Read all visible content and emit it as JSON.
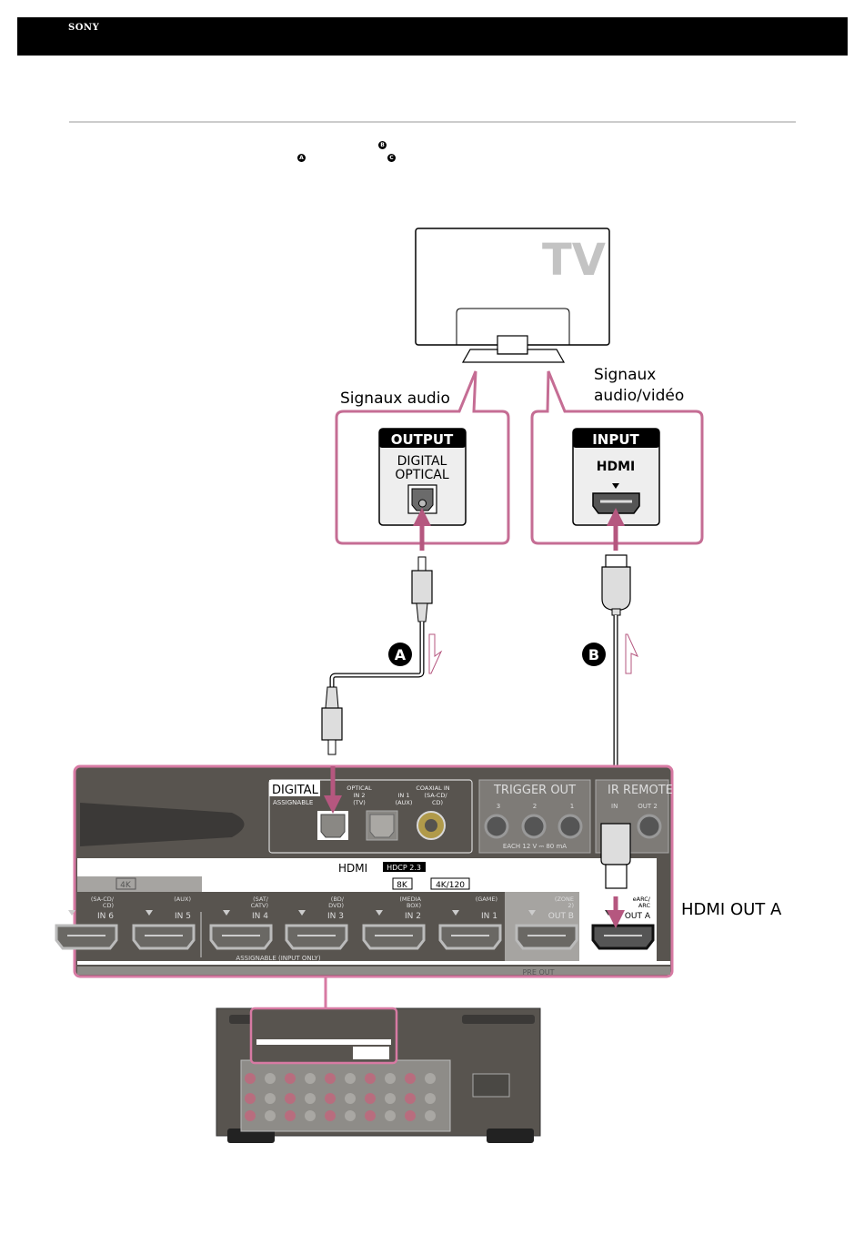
{
  "header": {
    "brand": "SONY"
  },
  "intro": {
    "markers": [
      "B",
      "A",
      "C"
    ]
  },
  "diagram": {
    "tv": {
      "label": "TV"
    },
    "callout_left": {
      "caption": "Signaux audio",
      "panel_title": "OUTPUT",
      "panel_line1": "DIGITAL",
      "panel_line2": "OPTICAL"
    },
    "callout_right": {
      "caption_line1": "Signaux",
      "caption_line2": "audio/vidéo",
      "panel_title": "INPUT",
      "panel_line1": "HDMI"
    },
    "cables": [
      {
        "marker": "A",
        "type": "optical",
        "direction": "down"
      },
      {
        "marker": "B",
        "type": "hdmi",
        "direction": "up"
      }
    ],
    "receiver": {
      "digital_label": "DIGITAL",
      "assignable_label": "ASSIGNABLE",
      "optical_in2": [
        "OPTICAL",
        "IN 2",
        "(TV)"
      ],
      "optical_in1": [
        "IN 1",
        "(AUX)"
      ],
      "coaxial_in": [
        "COAXIAL IN",
        "(SA-CD/",
        "CD)"
      ],
      "trigger_out_title": "TRIGGER OUT",
      "trigger_numbers": [
        "3",
        "2",
        "1"
      ],
      "trigger_note": "EACH 12 V ⎓ 80 mA",
      "ir_remote_title": "IR REMOTE",
      "ir_in": "IN",
      "ir_out2": "OUT 2",
      "hdmi_label": "HDMI",
      "hdcp_badge": "HDCP 2.3",
      "badge_4k": "4K",
      "badge_8k": "8K",
      "badge_4k120": "4K/120",
      "hdmi_ports": [
        {
          "sub": "(SA-CD/ CD)",
          "name": "IN 6"
        },
        {
          "sub": "(AUX)",
          "name": "IN 5"
        },
        {
          "sub": "(SAT/ CATV)",
          "name": "IN 4"
        },
        {
          "sub": "(BD/ DVD)",
          "name": "IN 3"
        },
        {
          "sub": "(MEDIA BOX)",
          "name": "IN 2"
        },
        {
          "sub": "(GAME)",
          "name": "IN 1"
        },
        {
          "sub": "(ZONE 2)",
          "name": "OUT B"
        },
        {
          "sub": "eARC/ ARC",
          "name": "OUT A"
        }
      ],
      "assignable_note": "ASSIGNABLE (INPUT ONLY)",
      "pre_out": "PRE OUT"
    },
    "hdmi_out_callout": "HDMI OUT A"
  },
  "colors": {
    "accent_pink": "#b5577f",
    "frame_pink": "#d77aa3",
    "panel_dark": "#58544f",
    "panel_gray": "#a6a4a1"
  }
}
